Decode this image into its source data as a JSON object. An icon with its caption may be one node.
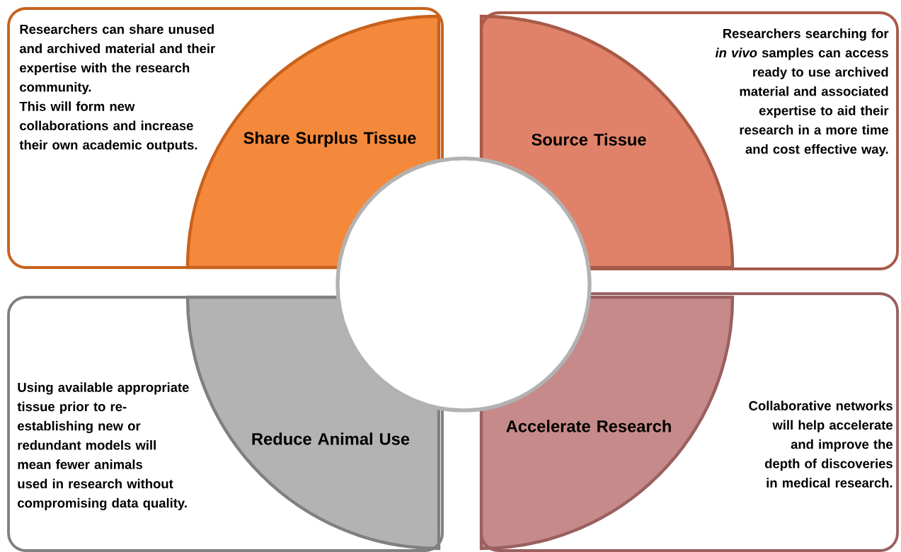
{
  "diagram": {
    "nodes": [
      {
        "text": [
          "Researchers can share unused and archived material and their expertise with the research community.",
          "This will form new collaborations and increase their own academic outputs."
        ]
      },
      {
        "text": [
          "Share Surplus Tissue"
        ],
        "in": 0
      },
      {
        "text": [
          "Researchers searching for *in vivo* samples can access ready to use archived material and associated expertise to aid their research in a more time and cost effective way."
        ]
      },
      {
        "text": [
          "Source Tissue"
        ],
        "in": 2
      },
      {
        "text": [
          "Using available appropriate tissue prior to re-establishing new or redundant models will mean fewer animals used in research without compromising data quality."
        ]
      },
      {
        "text": [
          "Reduce Animal Use"
        ],
        "in": 4
      },
      {
        "text": [
          "Collaborative networks will help accelerate and improve the depth of discoveries in medical research."
        ]
      },
      {
        "text": [
          "Accelerate Research"
        ],
        "in": 6
      },
      {
        "text": [],
        "shape": "circle"
      }
    ]
  }
}
